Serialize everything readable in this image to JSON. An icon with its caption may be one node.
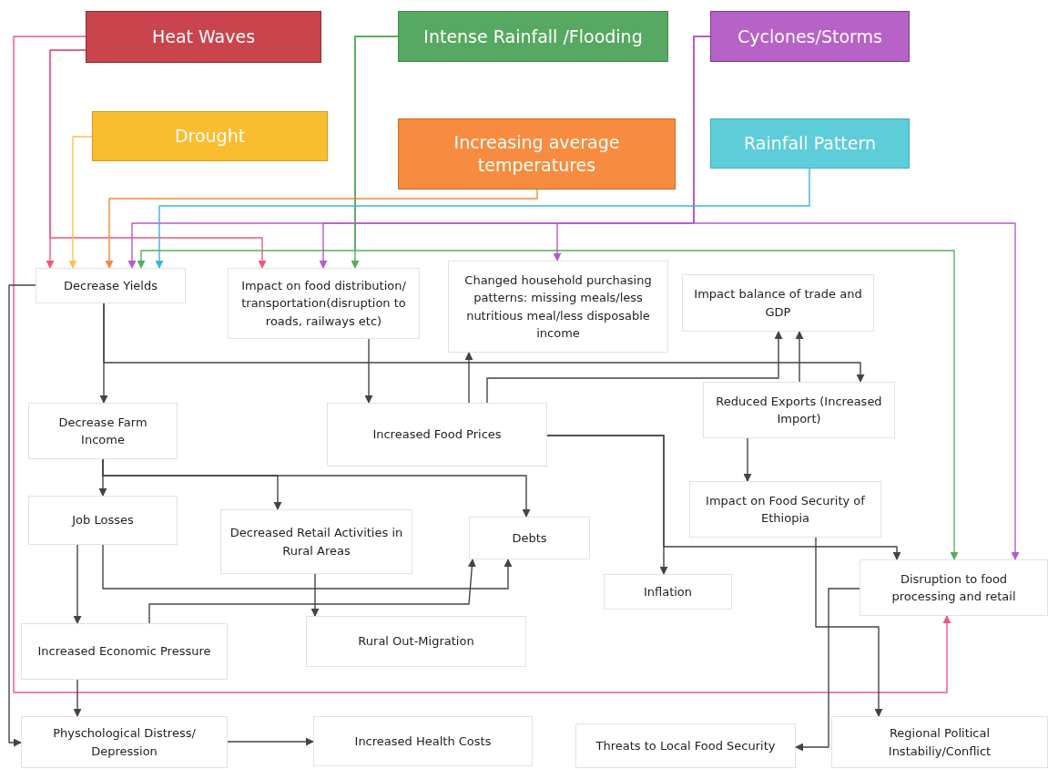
{
  "diagram": {
    "nodes": [
      {
        "text": [
          "Heat Waves"
        ]
      },
      {
        "text": [
          "Intense Rainfall /Flooding"
        ]
      },
      {
        "text": [
          "Cyclones/Storms"
        ]
      },
      {
        "text": [
          "Drought"
        ]
      },
      {
        "text": [
          "Increasing average temperatures"
        ]
      },
      {
        "text": [
          "Rainfall Pattern"
        ]
      },
      {
        "text": [
          "Decrease Yields"
        ]
      },
      {
        "text": [
          "Impact on food distribution/ transportation(disruption to roads, railways etc)"
        ]
      },
      {
        "text": [
          "Changed household purchasing patterns: missing meals/less nutritious meal/less disposable income"
        ]
      },
      {
        "text": [
          "Impact balance of trade and GDP"
        ]
      },
      {
        "text": [
          "Decrease Farm Income"
        ]
      },
      {
        "text": [
          "Increased Food Prices"
        ]
      },
      {
        "text": [
          "Reduced Exports (Increased Import)"
        ]
      },
      {
        "text": [
          "Job Losses"
        ]
      },
      {
        "text": [
          "Decreased Retail Activities in Rural Areas"
        ]
      },
      {
        "text": [
          "Debts"
        ]
      },
      {
        "text": [
          "Impact on Food Security of Ethiopia"
        ]
      },
      {
        "text": [
          "Inflation"
        ]
      },
      {
        "text": [
          "Disruption  to food processing and retail"
        ]
      },
      {
        "text": [
          "Increased Economic Pressure"
        ]
      },
      {
        "text": [
          "Rural Out-Migration"
        ]
      },
      {
        "text": [
          "Physchological  Distress/ Depression"
        ]
      },
      {
        "text": [
          "Increased Health Costs"
        ]
      },
      {
        "text": [
          "Threats to Local Food Security"
        ]
      },
      {
        "text": [
          "Regional Political Instabiliy/Conflict"
        ]
      }
    ],
    "edges": [
      {
        "from": 0,
        "to": 6,
        "arrow": "to",
        "color": "#f2577e"
      },
      {
        "from": 0,
        "to": 7,
        "arrow": "to",
        "color": "#f2577e"
      },
      {
        "from": 0,
        "to": 18,
        "arrow": "to",
        "color": "#f2577e"
      },
      {
        "from": 1,
        "to": 7,
        "arrow": "to",
        "color": "#57ad5f"
      },
      {
        "from": 1,
        "to": 6,
        "arrow": "to",
        "color": "#57ad5f"
      },
      {
        "from": 1,
        "to": 18,
        "arrow": "to",
        "color": "#57ad5f"
      },
      {
        "from": 2,
        "to": 6,
        "arrow": "to",
        "color": "#b45bd0"
      },
      {
        "from": 2,
        "to": 7,
        "arrow": "to",
        "color": "#b45bd0"
      },
      {
        "from": 2,
        "to": 8,
        "arrow": "to",
        "color": "#b45bd0"
      },
      {
        "from": 2,
        "to": 18,
        "arrow": "to",
        "color": "#b45bd0"
      },
      {
        "from": 3,
        "to": 6,
        "arrow": "to",
        "color": "#f7c45a"
      },
      {
        "from": 4,
        "to": 6,
        "arrow": "to",
        "color": "#f5883b"
      },
      {
        "from": 5,
        "to": 6,
        "arrow": "to",
        "color": "#3bb3e0"
      },
      {
        "from": 6,
        "to": 10,
        "arrow": "to"
      },
      {
        "from": 6,
        "to": 12,
        "arrow": "to"
      },
      {
        "from": 6,
        "to": 21,
        "arrow": "to"
      },
      {
        "from": 7,
        "to": 11,
        "arrow": "to"
      },
      {
        "from": 11,
        "to": 8,
        "arrow": "to"
      },
      {
        "from": 11,
        "to": 9,
        "arrow": "to"
      },
      {
        "from": 12,
        "to": 9,
        "arrow": "to"
      },
      {
        "from": 11,
        "to": 17,
        "arrow": "to"
      },
      {
        "from": 11,
        "to": 18,
        "arrow": "to"
      },
      {
        "from": 12,
        "to": 16,
        "arrow": "to"
      },
      {
        "from": 10,
        "to": 13,
        "arrow": "to"
      },
      {
        "from": 10,
        "to": 14,
        "arrow": "to"
      },
      {
        "from": 10,
        "to": 15,
        "arrow": "to"
      },
      {
        "from": 13,
        "to": 19,
        "arrow": "to"
      },
      {
        "from": 13,
        "to": 15,
        "arrow": "to"
      },
      {
        "from": 19,
        "to": 15,
        "arrow": "to"
      },
      {
        "from": 14,
        "to": 20,
        "arrow": "to"
      },
      {
        "from": 19,
        "to": 21,
        "arrow": "to"
      },
      {
        "from": 21,
        "to": 22,
        "arrow": "to"
      },
      {
        "from": 16,
        "to": 24,
        "arrow": "to"
      },
      {
        "from": 18,
        "to": 23,
        "arrow": "to"
      }
    ]
  }
}
